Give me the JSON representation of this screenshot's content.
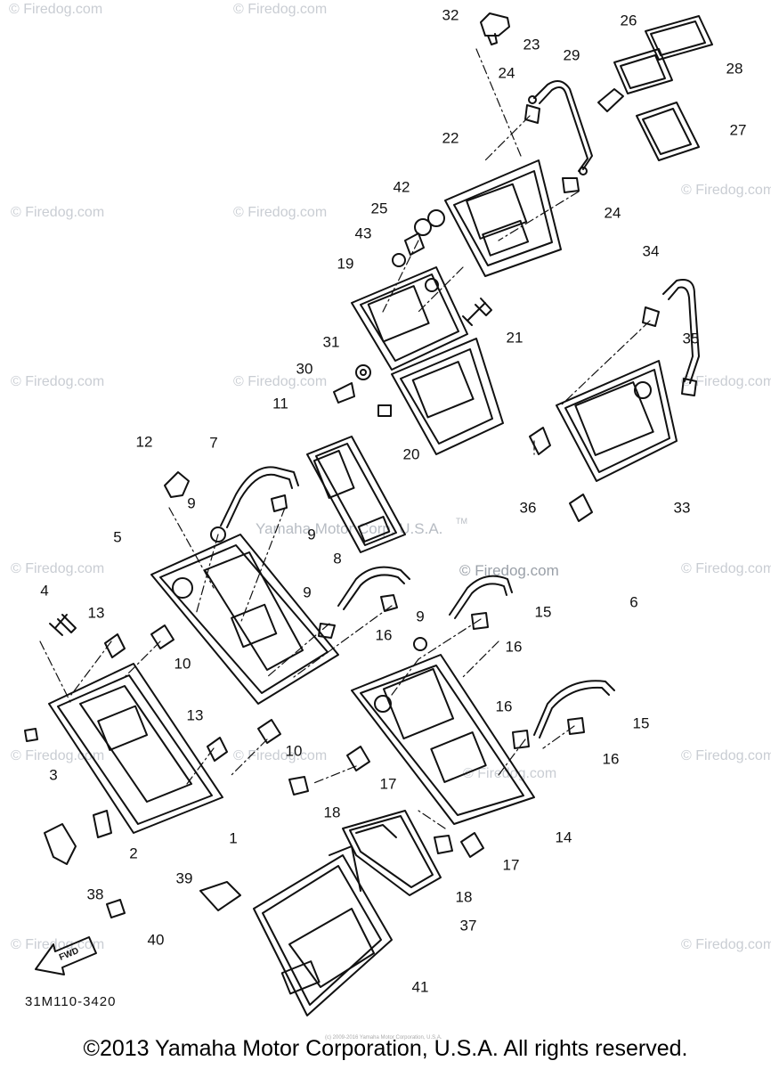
{
  "watermark": "© Firedog.com",
  "center_credit": "Yamaha Motor Corp, U.S.A.",
  "tm": "TM",
  "drawing_code": "31M110-3420",
  "fwd_label": "FWD",
  "tiny_credit": "(c) 2009-2016 Yamaha Motor Corporation, U.S.A.",
  "footer": "©2013 Yamaha Motor Corporation, U.S.A. All rights reserved.",
  "callouts": [
    "1",
    "2",
    "3",
    "4",
    "5",
    "6",
    "7",
    "8",
    "9",
    "9",
    "9",
    "9",
    "10",
    "10",
    "11",
    "12",
    "13",
    "13",
    "14",
    "15",
    "15",
    "16",
    "16",
    "16",
    "16",
    "17",
    "17",
    "18",
    "18",
    "19",
    "20",
    "21",
    "22",
    "23",
    "24",
    "24",
    "25",
    "26",
    "27",
    "28",
    "29",
    "30",
    "31",
    "32",
    "33",
    "34",
    "35",
    "36",
    "37",
    "38",
    "39",
    "40",
    "41",
    "42",
    "43"
  ]
}
